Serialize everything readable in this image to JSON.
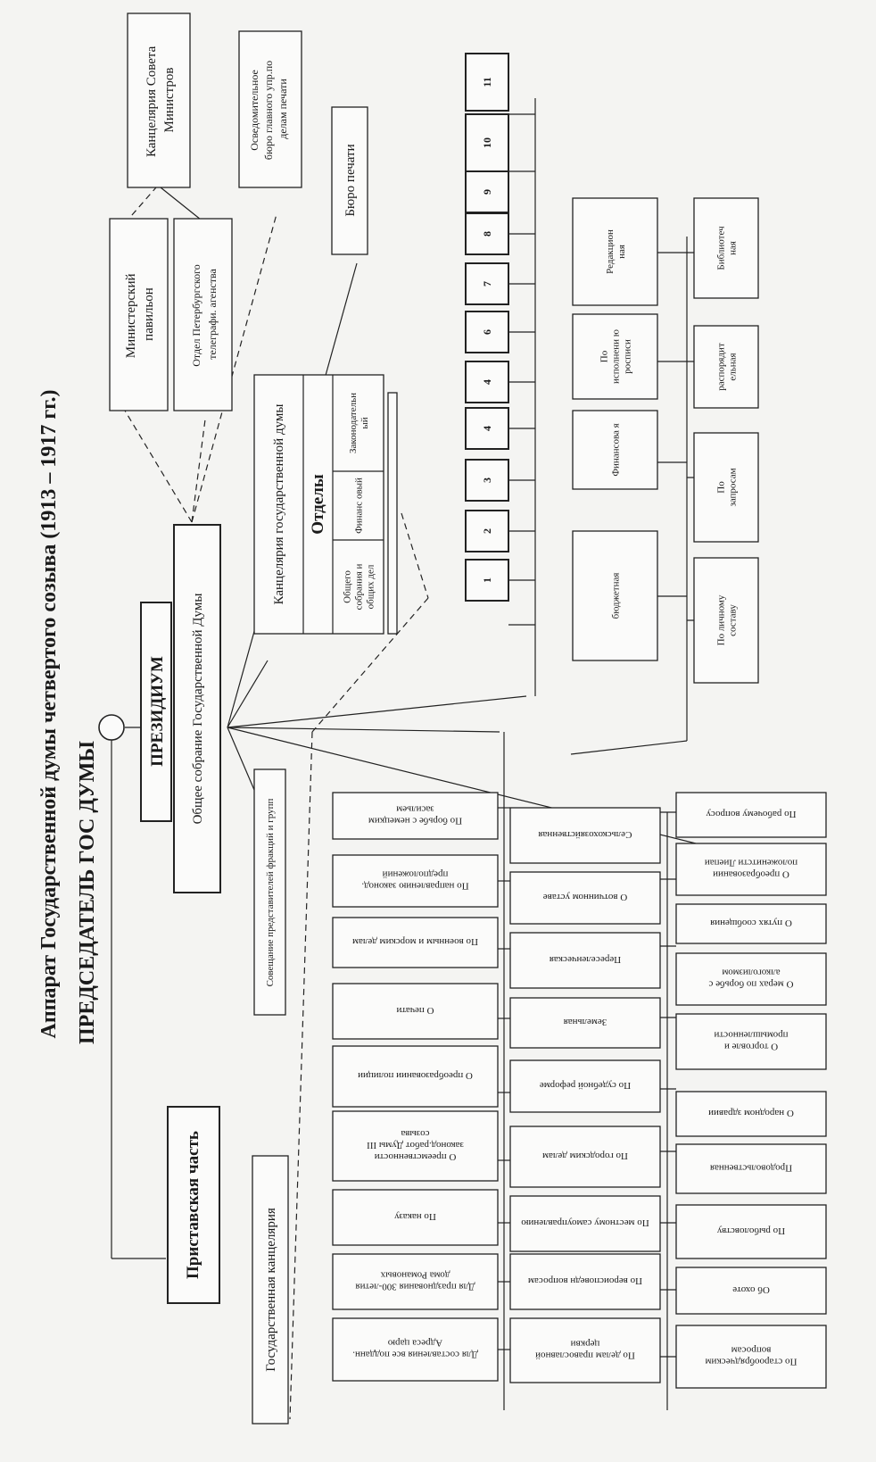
{
  "title": "Аппарат Государственной думы четвертого созыва (1913 – 1917 гг.)",
  "chairman": "ПРЕДСЕДАТЕЛЬ ГОС ДУМЫ",
  "presidium": "ПРЕЗИДИУМ",
  "general_assembly": "Общее собрание Государственной Думы",
  "bailiff_part": "Приставская часть",
  "state_chancellery": "Государственная канцелярия",
  "council_of_factions": "Совещание представителей фракций и групп",
  "ministers_chancellery": "Канцелярия Совета Министров",
  "ministerial_pavilion": "Министерский павильон",
  "telegraph_agency_dept": "Отдел Петербургского телеграфи. агенства",
  "information_bureau": "Осведомительное бюро главного упр.по делам печати",
  "press_bureau": "Бюро печати",
  "duma_chancellery": {
    "title": "Канцелярия государственной думы",
    "departments_label": "Отделы",
    "departments": [
      "Законодательн ый",
      "Финанс овый",
      "Общего собрания и общих дел"
    ]
  },
  "numbered_units": [
    "1",
    "2",
    "3",
    "4",
    "4",
    "6",
    "7",
    "8",
    "9",
    "10",
    "11"
  ],
  "budget_commissions": [
    "бюджетная",
    "Финансова я",
    "По исполнени ю росписи",
    "Редакцион ная"
  ],
  "other_commissions": [
    "По личному составу",
    "По запросам",
    "распорядит ельная",
    "Библиотеч ная"
  ],
  "commissions_row1": [
    "По борьбе с немецким засильем",
    "По направлению законод. предположений",
    "По военным и морским делам",
    "О печати",
    "О преобразовании полиции",
    "О преемственности законод.работ Думы III созыва",
    "По наказу",
    "Для празднования 300-летия дома Романовых",
    "Для составления все подданн. Адреса царю"
  ],
  "commissions_row2": [
    "Сельскохозяйственная",
    "О вотчинном уставе",
    "Переселенческая",
    "Земельная",
    "По судебной реформе",
    "По городским делам",
    "По местному самоуправлению",
    "По вероисповедн вопросам",
    "По делам православной церкви"
  ],
  "commissions_row3": [
    "По рабочему вопросу",
    "О преобразовании положенитсти Лиепаи",
    "О путях сообщения",
    "О мерах по борьбе с алкоголизмом",
    "О торговле и промышленности",
    "О народном здравии",
    "Продовольственная",
    "По рыболовству",
    "Об охоте",
    "По старообрядческим вопросам"
  ]
}
